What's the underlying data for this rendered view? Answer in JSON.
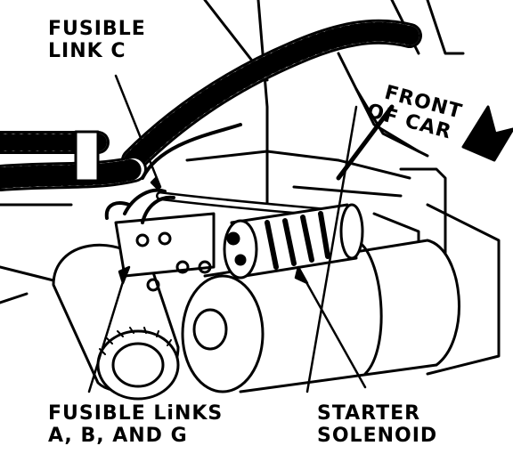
{
  "labels": {
    "fusible_link_c_line1": "FUSIBLE",
    "fusible_link_c_line2": "LINK C",
    "front_of_car_line1": "FRONT",
    "front_of_car_line2": "OF CAR",
    "fusible_links_abg_line1": "FUSIBLE LiNKS",
    "fusible_links_abg_line2": "A, B, AND G",
    "starter_solenoid_line1": "STARTER",
    "starter_solenoid_line2": "SOLENOID"
  },
  "colors": {
    "ink": "#000000",
    "paper": "#ffffff"
  }
}
